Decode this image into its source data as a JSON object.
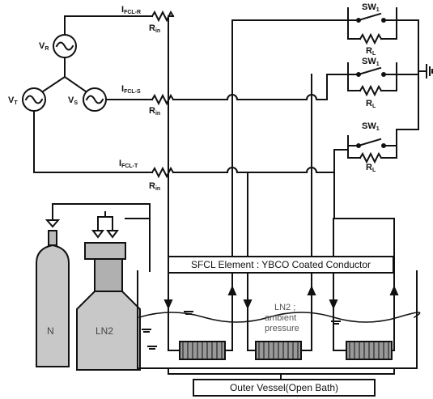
{
  "labels": {
    "ifcl_r": "I",
    "ifcl_r_sub": "FCL-R",
    "ifcl_s": "I",
    "ifcl_s_sub": "FCL-S",
    "ifcl_t": "I",
    "ifcl_t_sub": "FCL-T",
    "rin": "R",
    "rin_sub": "in",
    "vr": "V",
    "vr_sub": "R",
    "vs": "V",
    "vs_sub": "S",
    "vt": "V",
    "vt_sub": "T",
    "sw": "SW",
    "sw_sub": "1",
    "rl": "R",
    "rl_sub": "L",
    "cyl_n": "N",
    "cyl_ln2": "LN2",
    "sfcl": "SFCL Element : YBCO Coated Conductor",
    "ln2_line1": "LN2 ;",
    "ln2_line2": "ambient",
    "ln2_line3": "pressure",
    "outer": "Outer Vessel(Open Bath)"
  }
}
